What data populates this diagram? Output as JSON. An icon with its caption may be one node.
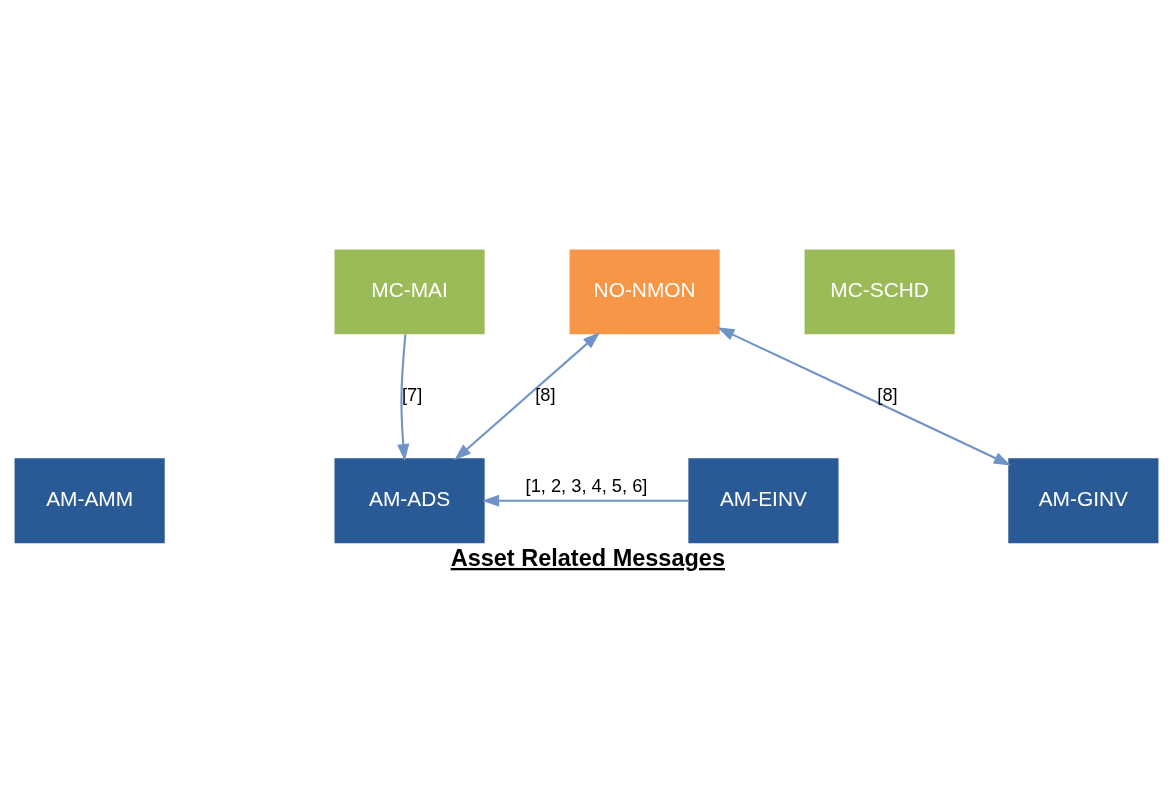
{
  "diagram": {
    "caption": "Asset Related Messages",
    "nodes": [
      {
        "text": [
          "NO-NMON"
        ]
      },
      {
        "text": [
          "AM-AMM"
        ]
      },
      {
        "text": [
          "AM-ADS"
        ]
      },
      {
        "text": [
          "AM-EINV"
        ]
      },
      {
        "text": [
          "AM-GINV"
        ]
      },
      {
        "text": [
          "MC-MAI"
        ]
      },
      {
        "text": [
          "MC-SCHD"
        ]
      }
    ],
    "edges": [
      {
        "from": 0,
        "to": 2,
        "arrow": "both",
        "label": "[8]"
      },
      {
        "from": 0,
        "to": 4,
        "arrow": "both",
        "label": "[8]"
      },
      {
        "from": 3,
        "to": 2,
        "arrow": "to",
        "label": "[1, 2, 3, 4, 5, 6]"
      },
      {
        "from": 5,
        "to": 2,
        "arrow": "to",
        "label": "[7]"
      }
    ]
  }
}
